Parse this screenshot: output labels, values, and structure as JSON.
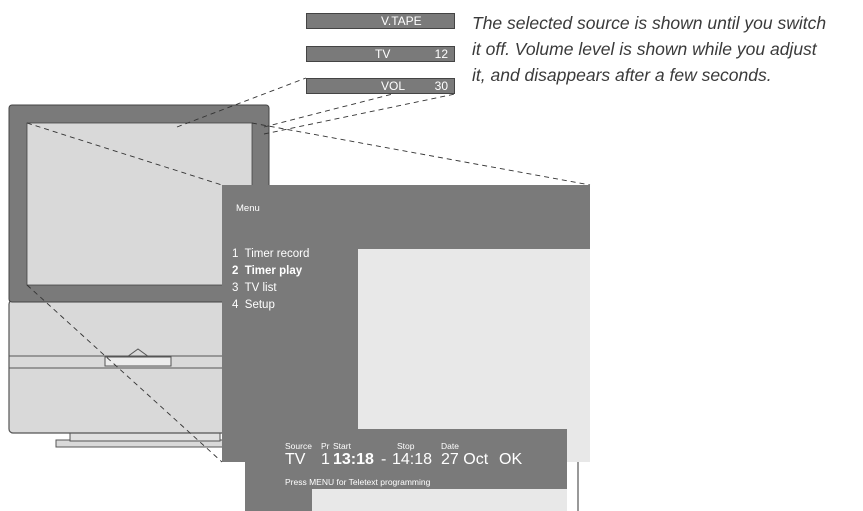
{
  "osd_bars": [
    {
      "name": "V.TAPE",
      "value": ""
    },
    {
      "name": "TV",
      "value": "12"
    },
    {
      "name": "VOL",
      "value": "30"
    }
  ],
  "caption": {
    "line1": "The selected source is shown until you switch",
    "line2": "it off. Volume level is shown while you adjust",
    "line3": "it, and disappears after a few seconds."
  },
  "menu": {
    "title": "Menu",
    "items": [
      {
        "number": "1",
        "label": "Timer record"
      },
      {
        "number": "2",
        "label": "Timer play"
      },
      {
        "number": "3",
        "label": "TV list"
      },
      {
        "number": "4",
        "label": "Setup"
      }
    ],
    "selected_index": 1
  },
  "timer_panel": {
    "headers": {
      "source": "Source",
      "pr": "Pr",
      "start": "Start",
      "stop": "Stop",
      "date": "Date"
    },
    "values": {
      "source": "TV",
      "pr": "1",
      "start": "13:18",
      "separator": "-",
      "stop": "14:18",
      "date": "27 Oct",
      "status": "OK"
    },
    "hint": "Press MENU for Teletext programming"
  },
  "colors": {
    "osd_gray": "#7a7a7a",
    "tv_body": "#d9d9d9",
    "screen": "#e8e8e8",
    "text_white": "#ffffff"
  }
}
